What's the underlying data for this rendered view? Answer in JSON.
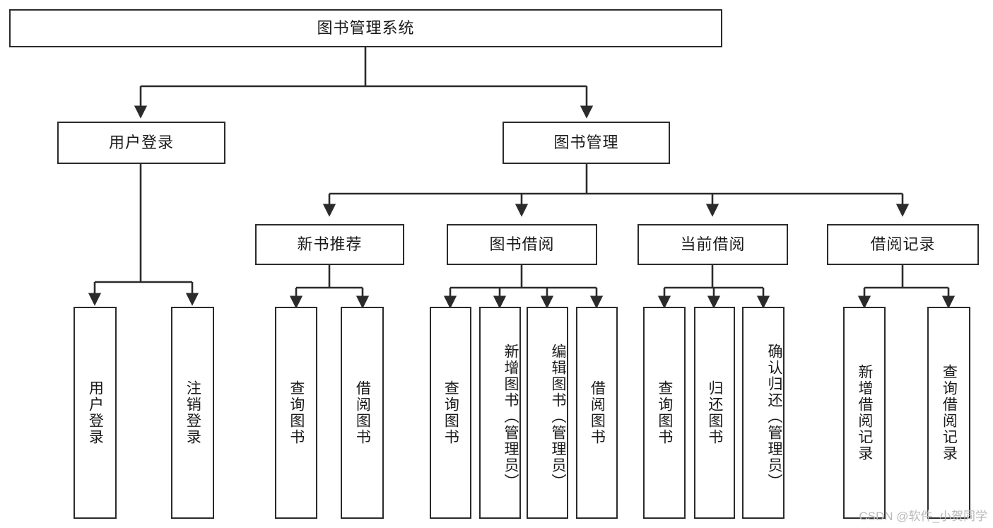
{
  "diagram": {
    "title": "图书管理系统",
    "watermark": "CSDN @软件_小贺同学",
    "line_color": "#2b2b2b",
    "box_fill": "#ffffff",
    "background": "#ffffff",
    "nodes": {
      "root": "图书管理系统",
      "user_login": "用户登录",
      "book_manage": "图书管理",
      "new_book_rec": "新书推荐",
      "book_borrow": "图书借阅",
      "current_borrow": "当前借阅",
      "borrow_record": "借阅记录",
      "leaf_user_login": "用户登录",
      "leaf_logout": "注销登录",
      "leaf_query_book_1": "查询图书",
      "leaf_borrow_book_1": "借阅图书",
      "leaf_query_book_2": "查询图书",
      "leaf_add_book_admin": "新增图书（管理员）",
      "leaf_edit_book_admin": "编辑图书（管理员）",
      "leaf_borrow_book_2": "借阅图书",
      "leaf_query_book_3": "查询图书",
      "leaf_return_book": "归还图书",
      "leaf_confirm_return_admin": "确认归还（管理员）",
      "leaf_add_record": "新增借阅记录",
      "leaf_query_record": "查询借阅记录"
    }
  }
}
